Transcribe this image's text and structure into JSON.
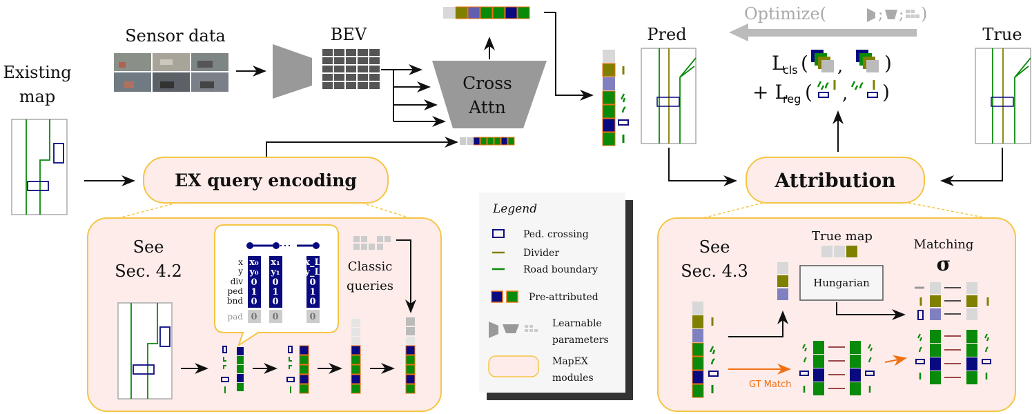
{
  "labels": {
    "existing_map": [
      "Existing",
      "map"
    ],
    "sensor_data": "Sensor data",
    "bev": "BEV",
    "cross_attn": [
      "Cross",
      "Attn"
    ],
    "pred": "Pred",
    "true": "True",
    "optimize": "Optimize(",
    "optimize_close": ")",
    "loss_cls": "L",
    "loss_cls_sub": "cls",
    "loss_reg": "+ L",
    "loss_reg_sub": "reg",
    "ex_query": "EX query encoding",
    "attribution": "Attribution",
    "see_42": [
      "See",
      "Sec. 4.2"
    ],
    "see_43": [
      "See",
      "Sec. 4.3"
    ],
    "classic_queries": [
      "Classic",
      "queries"
    ],
    "true_map": "True map",
    "hungarian": "Hungarian",
    "matching": "Matching",
    "sigma": "σ",
    "gt_match": "GT Match",
    "row_labels": [
      "x",
      "y",
      "div",
      "ped",
      "bnd",
      "pad"
    ],
    "col_vals": [
      {
        "x": "x₀",
        "y": "y₀",
        "bits": [
          "0",
          "1",
          "0"
        ],
        "pad": "0"
      },
      {
        "x": "x₁",
        "y": "y₁",
        "bits": [
          "0",
          "1",
          "0"
        ],
        "pad": "0"
      },
      {
        "x": "x_L",
        "y": "y_L",
        "bits": [
          "0",
          "1",
          "0"
        ],
        "pad": "0"
      }
    ]
  },
  "legend": {
    "title": "Legend",
    "items": [
      "Ped. crossing",
      "Divider",
      "Road boundary",
      "Pre-attributed",
      "Learnable parameters",
      "MapEX modules"
    ]
  },
  "colors": {
    "green": "#0a8a0a",
    "navy": "#0a0a80",
    "olive": "#808000",
    "lavender": "#8080c0",
    "light_gray": "#d8d8d8",
    "orange": "#f07010",
    "pink": "#fdecea",
    "yellow_border": "#f5c542",
    "gray": "#999999"
  }
}
